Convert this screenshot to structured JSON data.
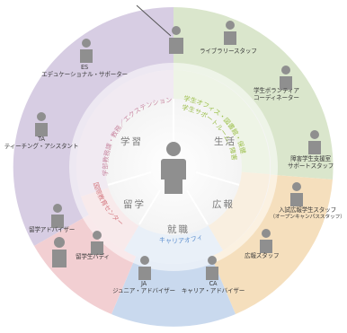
{
  "colors": {
    "support_purple": "#d7cde3",
    "support_green": "#dae6cc",
    "support_orange": "#f5dfbd",
    "support_blue": "#c9d9ee",
    "support_pink": "#f2cfd2",
    "person": "#8f8f8f",
    "arc_learning": "#c98aa3",
    "arc_life": "#9dbf4e",
    "arc_study_abroad": "#d57b83",
    "arc_career": "#5d8fcf"
  },
  "center_icon": "person-icon",
  "segments": {
    "learning": "学習",
    "life": "生活",
    "study_abroad": "留学",
    "public_relations": "広報",
    "job_hunting": "就職"
  },
  "arcs": {
    "learning_offices": "学部教務課・教務／エクステンションセンター など",
    "life_offices": "学生オフィス・図書館・保健センター学生サポートルーム／障害学生支援室 など",
    "study_abroad_office": "国際教育センター",
    "career_office": "キャリアオフィス"
  },
  "staff": {
    "es": [
      "ES",
      "エデュケーショナル・サポーター"
    ],
    "library": "ライブラリースタッフ",
    "volunteer": [
      "学生ボランティア",
      "コーディネーター"
    ],
    "ta": [
      "TA",
      "ティーチング・アシスタント"
    ],
    "disability": [
      "障害学生支援室",
      "サポートスタッフ"
    ],
    "advisor": "留学アドバイザー",
    "admissions": [
      "入試広報学生スタッフ",
      "（オープンキャンパススタッフ）"
    ],
    "buddy": "留学生バディ",
    "pr": "広報スタッフ",
    "ja": [
      "JA",
      "ジュニア・アドバイザー"
    ],
    "ca": [
      "CA",
      "キャリア・アドバイザー"
    ]
  }
}
